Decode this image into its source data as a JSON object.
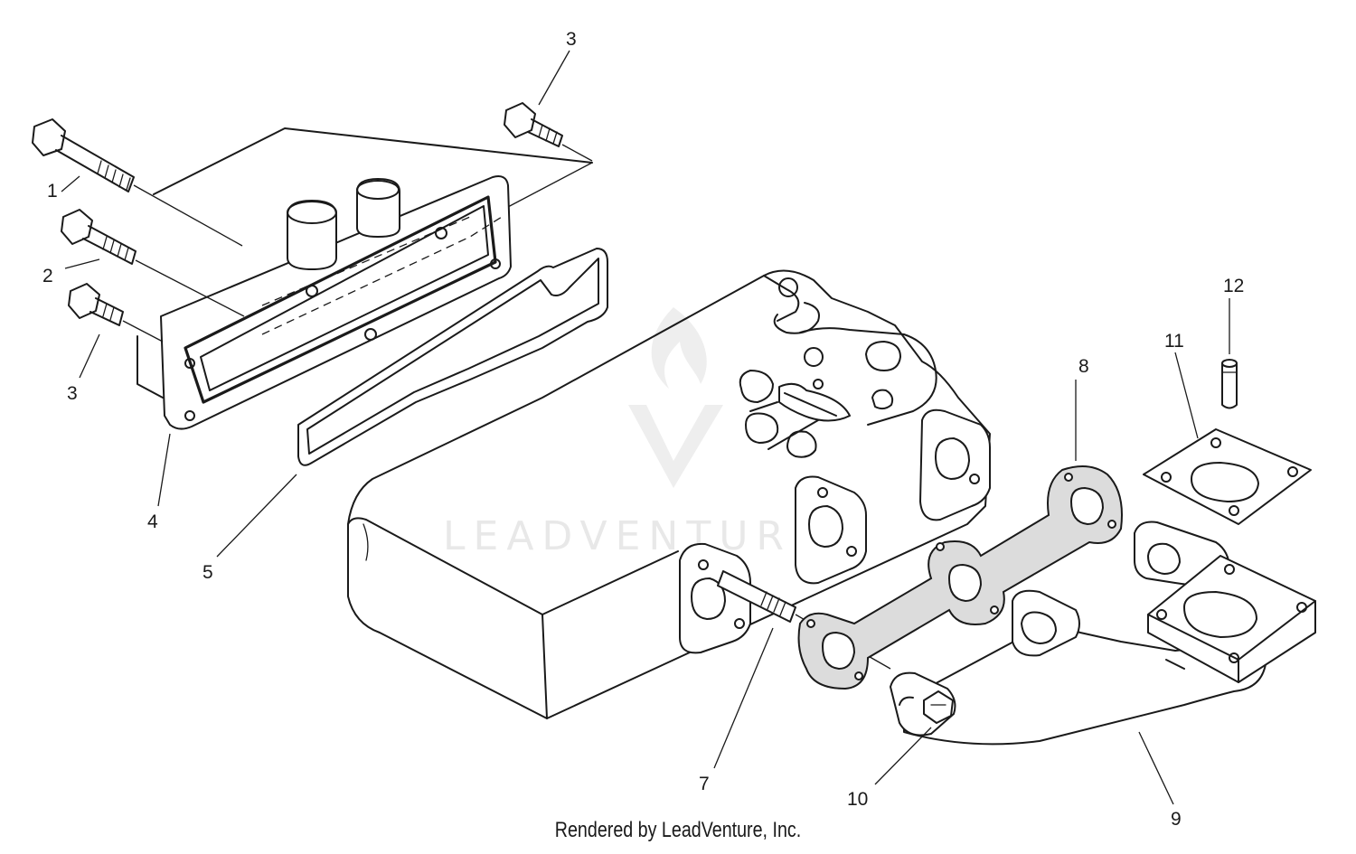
{
  "diagram": {
    "callouts": {
      "c1": "1",
      "c2": "2",
      "c3_left": "3",
      "c3_top": "3",
      "c4": "4",
      "c5": "5",
      "c7": "7",
      "c8": "8",
      "c9": "9",
      "c10": "10",
      "c11": "11",
      "c12": "12"
    },
    "watermark": {
      "text": "LEADVENTURE"
    }
  },
  "footer": {
    "credit": "Rendered by LeadVenture, Inc."
  }
}
